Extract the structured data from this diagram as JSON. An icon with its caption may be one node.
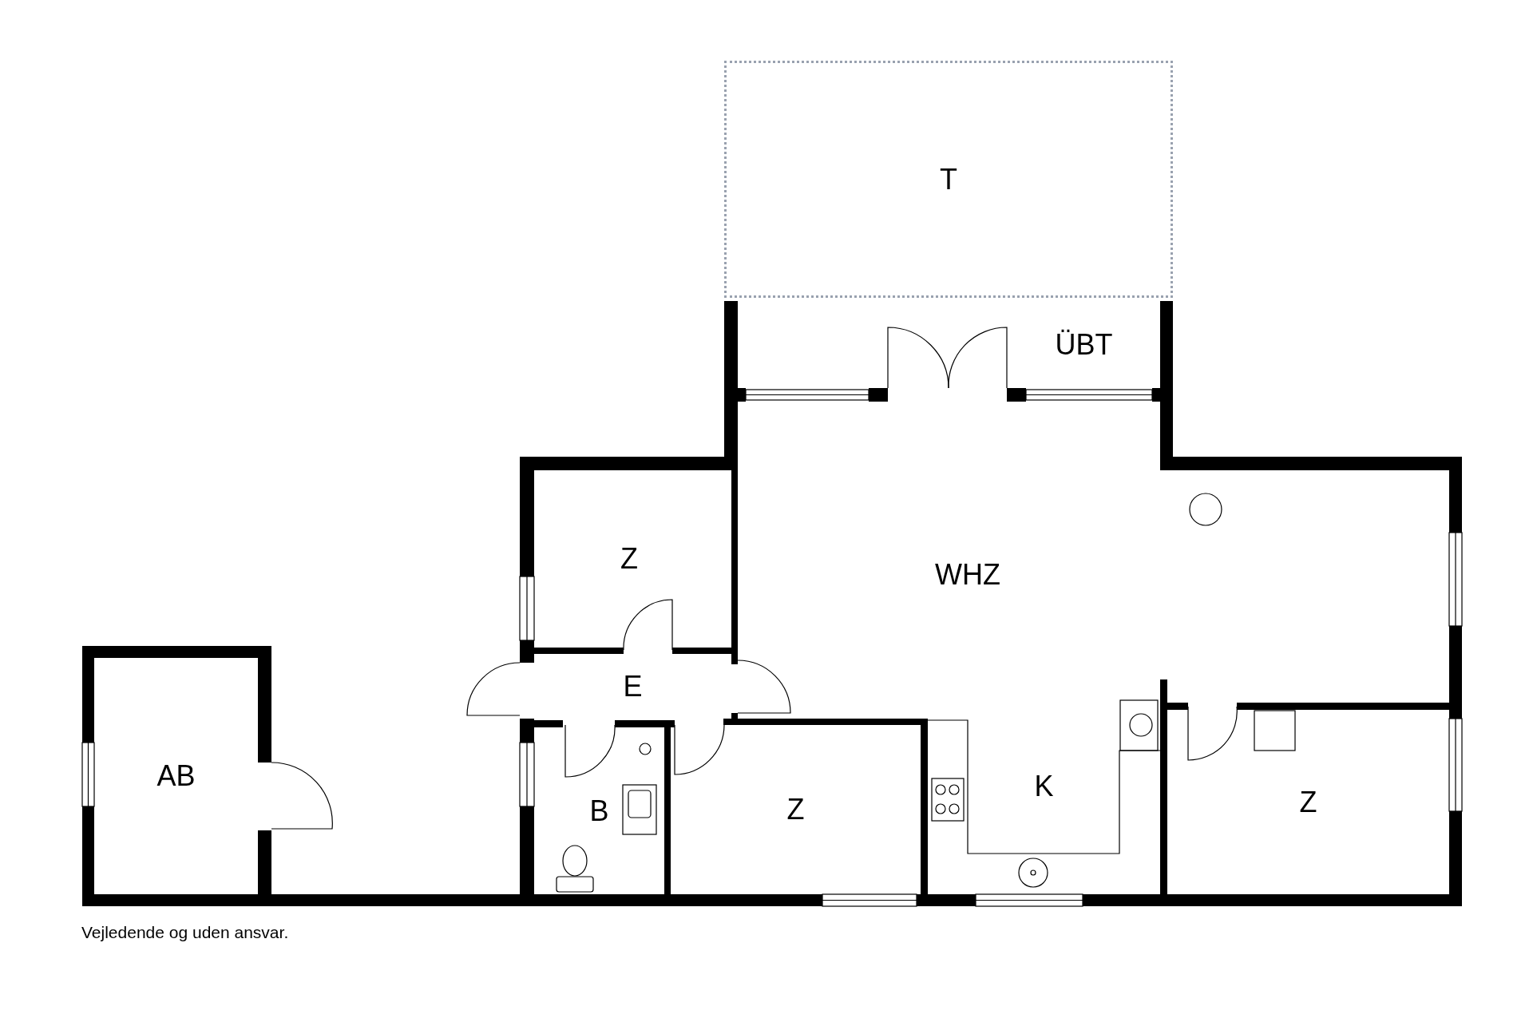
{
  "diagram": {
    "nodes": [
      {
        "text": [
          "T"
        ]
      },
      {
        "text": [
          "ÜBT"
        ]
      },
      {
        "text": [
          "Z"
        ]
      },
      {
        "text": [
          "WHZ"
        ]
      },
      {
        "text": [
          "E"
        ]
      },
      {
        "text": [
          "AB"
        ]
      },
      {
        "text": [
          "B"
        ]
      },
      {
        "text": [
          "Z"
        ]
      },
      {
        "text": [
          "K"
        ]
      },
      {
        "text": [
          "Z"
        ]
      }
    ],
    "labels": [
      "Vejledende og uden ansvar."
    ]
  }
}
